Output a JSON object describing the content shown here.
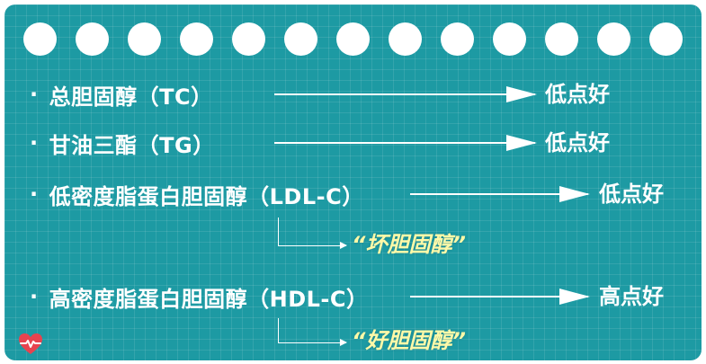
{
  "rows": [
    {
      "bullet": "·",
      "label": "总胆固醇（TC）",
      "result": "低点好"
    },
    {
      "bullet": "·",
      "label": "甘油三酯（TG）",
      "result": "低点好"
    },
    {
      "bullet": "·",
      "label": "低密度脂蛋白胆固醇（LDL-C）",
      "result": "低点好"
    },
    {
      "bullet": "·",
      "label": "高密度脂蛋白胆固醇（HDL-C）",
      "result": "高点好"
    }
  ],
  "notes": {
    "ldl": "“坏胆固醇”",
    "hdl": "“好胆固醇”"
  },
  "colors": {
    "card_background": "#1d9aa3",
    "note_text": "#fff9a8",
    "heart": "#e8434f"
  },
  "icons": {
    "binder_holes": 13,
    "corner": "heart-pulse-icon"
  }
}
